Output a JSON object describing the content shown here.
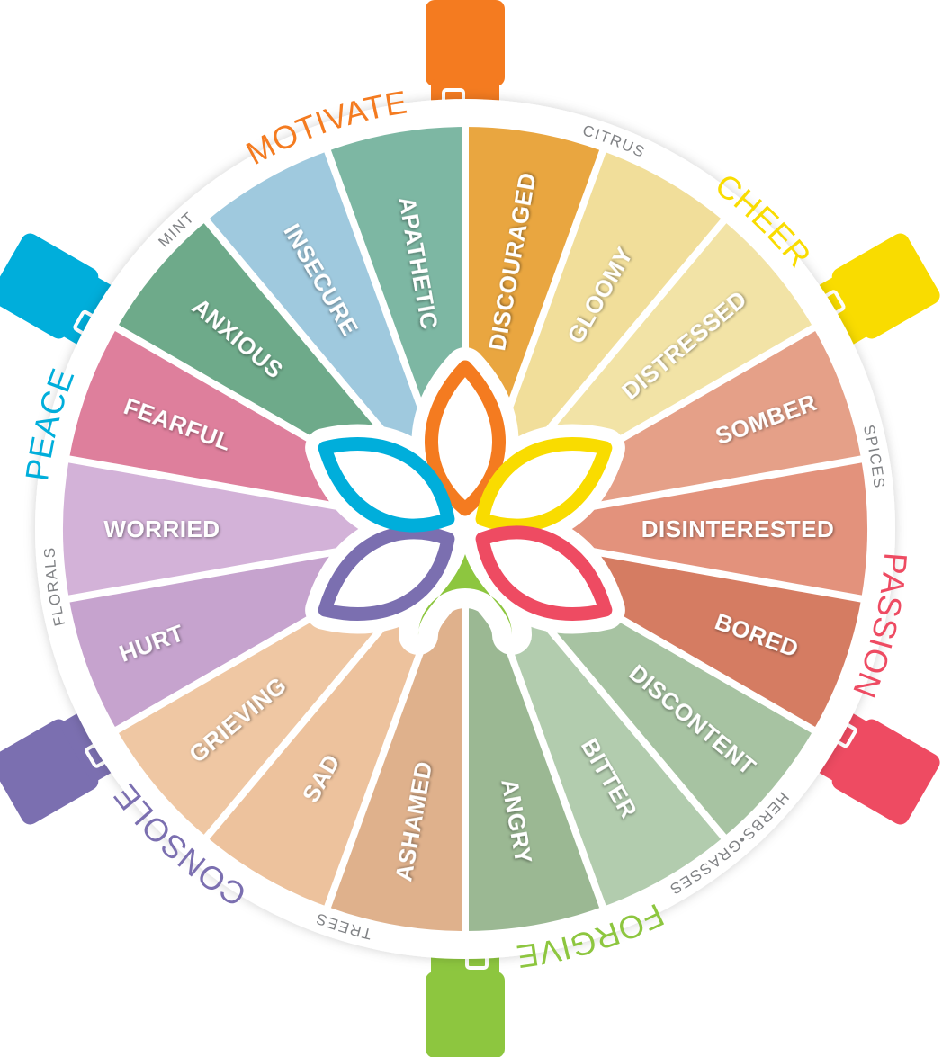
{
  "bottles": [
    {
      "label": "MOTIVATE",
      "color": "#F47B20",
      "angle": 0,
      "label_angle": 341
    },
    {
      "label": "CHEER",
      "color": "#F9DC00",
      "angle": 60,
      "label_angle": 44
    },
    {
      "label": "PASSION",
      "color": "#EE4B62",
      "angle": 120,
      "label_angle": 103
    },
    {
      "label": "FORGIVE",
      "color": "#8DC63F",
      "angle": 180,
      "label_angle": 163
    },
    {
      "label": "CONSOLE",
      "color": "#7B6FB0",
      "angle": 240,
      "label_angle": 222
    },
    {
      "label": "PEACE",
      "color": "#00AEDB",
      "angle": 300,
      "label_angle": 284
    }
  ],
  "categories": [
    {
      "label": "CITRUS",
      "label_angle": 21
    },
    {
      "label": "SPICES",
      "label_angle": 80
    },
    {
      "label": "HERBS•GRASSES",
      "label_angle": 140
    },
    {
      "label": "TREES",
      "label_angle": 197
    },
    {
      "label": "FLORALS",
      "label_angle": 262
    },
    {
      "label": "MINT",
      "label_angle": 316
    }
  ],
  "segments": [
    {
      "label": "DISCOURAGED",
      "color": "#E9A640"
    },
    {
      "label": "GLOOMY",
      "color": "#F1DE9A"
    },
    {
      "label": "DISTRESSED",
      "color": "#F2E3A6"
    },
    {
      "label": "SOMBER",
      "color": "#E5A088"
    },
    {
      "label": "DISINTERESTED",
      "color": "#E3927C"
    },
    {
      "label": "BORED",
      "color": "#D57C62"
    },
    {
      "label": "DISCONTENT",
      "color": "#A7C3A2"
    },
    {
      "label": "BITTER",
      "color": "#B2CCAE"
    },
    {
      "label": "ANGRY",
      "color": "#9BB893"
    },
    {
      "label": "ASHAMED",
      "color": "#DFB18C"
    },
    {
      "label": "SAD",
      "color": "#EDC29D"
    },
    {
      "label": "GRIEVING",
      "color": "#EFC7A3"
    },
    {
      "label": "HURT",
      "color": "#C6A3CE"
    },
    {
      "label": "WORRIED",
      "color": "#D3B2D8"
    },
    {
      "label": "FEARFUL",
      "color": "#DE7F9C"
    },
    {
      "label": "ANXIOUS",
      "color": "#6EAA8A"
    },
    {
      "label": "INSECURE",
      "color": "#9FC9DE"
    },
    {
      "label": "APATHETIC",
      "color": "#7DB7A3"
    }
  ]
}
